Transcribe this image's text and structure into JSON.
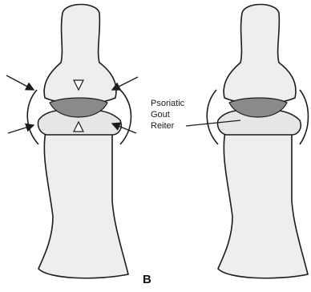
{
  "figure": {
    "panel_letter": "B",
    "labels": [
      "Psoriatic",
      "Gout",
      "Reiter"
    ]
  },
  "colors": {
    "bone_fill": "#eeeeee",
    "cartilage_fill": "#8a8a8a",
    "joint_space_fill": "#c9c9c9",
    "outline": "#1c1c1c",
    "background": "#ffffff"
  }
}
